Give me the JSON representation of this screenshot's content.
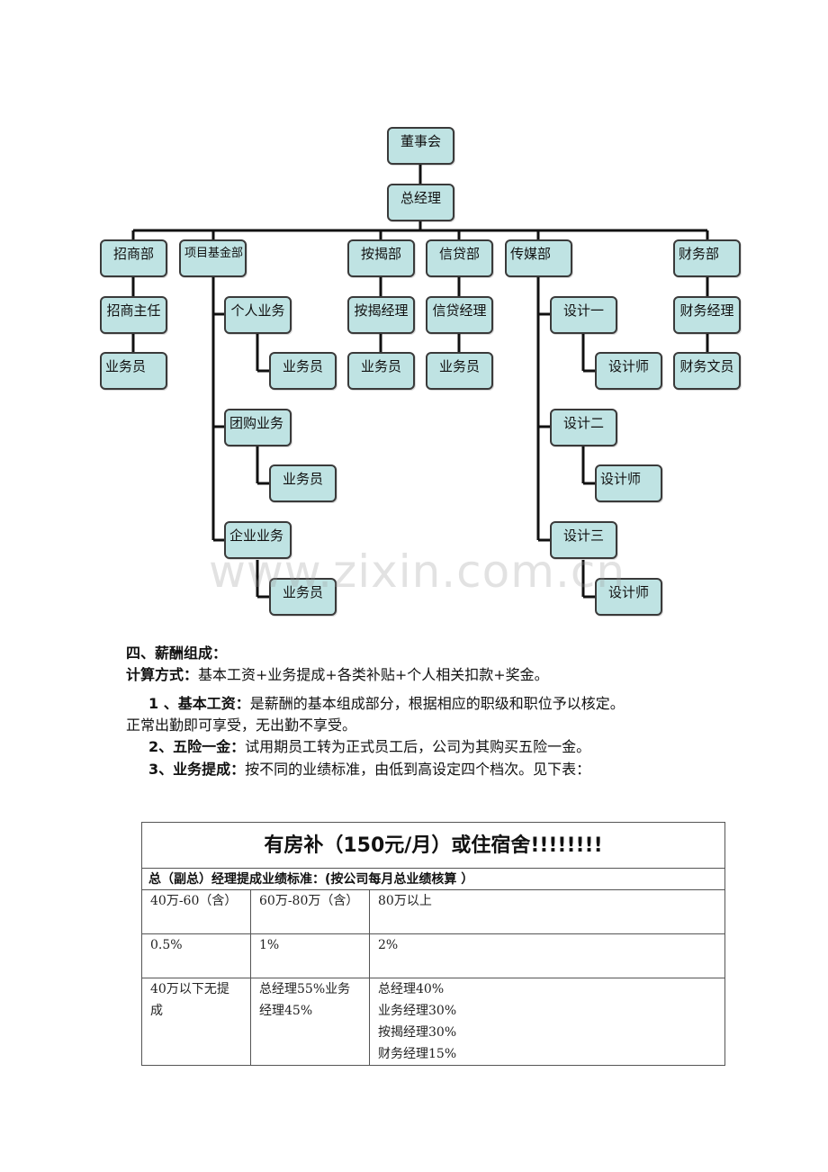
{
  "org_chart": {
    "board": "董事会",
    "gm": "总经理",
    "departments": {
      "zhaoshang": {
        "name": "招商部",
        "sub1": "招商主任",
        "sub2": "业务员"
      },
      "xiangmu": {
        "name": "项目基金部",
        "groups": [
          {
            "name": "个人业务",
            "staff": "业务员"
          },
          {
            "name": "团购业务",
            "staff": "业务员"
          },
          {
            "name": "企业业务",
            "staff": "业务员"
          }
        ]
      },
      "anjie": {
        "name": "按揭部",
        "sub1": "按揭经理",
        "sub2": "业务员"
      },
      "xindai": {
        "name": "信贷部",
        "sub1": "信贷经理",
        "sub2": "业务员"
      },
      "chuanmei": {
        "name": "传媒部",
        "groups": [
          {
            "name": "设计一",
            "staff": "设计师"
          },
          {
            "name": "设计二",
            "staff": "设计师"
          },
          {
            "name": "设计三",
            "staff": "设计师"
          }
        ]
      },
      "caiwu": {
        "name": "财务部",
        "sub1": "财务经理",
        "sub2": "财务文员"
      }
    }
  },
  "watermark": "www.zixin.com.cn",
  "section": {
    "heading": "四、薪酬组成：",
    "calc_label": "计算方式：",
    "calc_text": "基本工资+业务提成+各类补贴+个人相关扣款+奖金。",
    "item1_label": "1 、基本工资：",
    "item1_text": "是薪酬的基本组成部分，根据相应的职级和职位予以核定。",
    "item1_text2": "正常出勤即可享受，无出勤不享受。",
    "item2_label": "2、五险一金：",
    "item2_text": "试用期员工转为正式员工后，公司为其购买五险一金。",
    "item3_label": "3、业务提成：",
    "item3_text": "按不同的业绩标准，由低到高设定四个档次。见下表："
  },
  "table": {
    "title": "有房补（150元/月）或住宿舍!!!!!!!!",
    "subtitle": "总（副总）经理提成业绩标准：(按公司每月总业绩核算 ）",
    "row1": [
      "40万-60（含）",
      "60万-80万（含）",
      "80万以上"
    ],
    "row2": [
      "0.5%",
      "1%",
      "2%"
    ],
    "row3": {
      "c1": [
        "40万以下无提",
        "成"
      ],
      "c2": [
        "总经理55%业务",
        "经理45%"
      ],
      "c3": [
        "总经理40%",
        "业务经理30%",
        "按揭经理30%",
        "财务经理15%"
      ]
    }
  }
}
